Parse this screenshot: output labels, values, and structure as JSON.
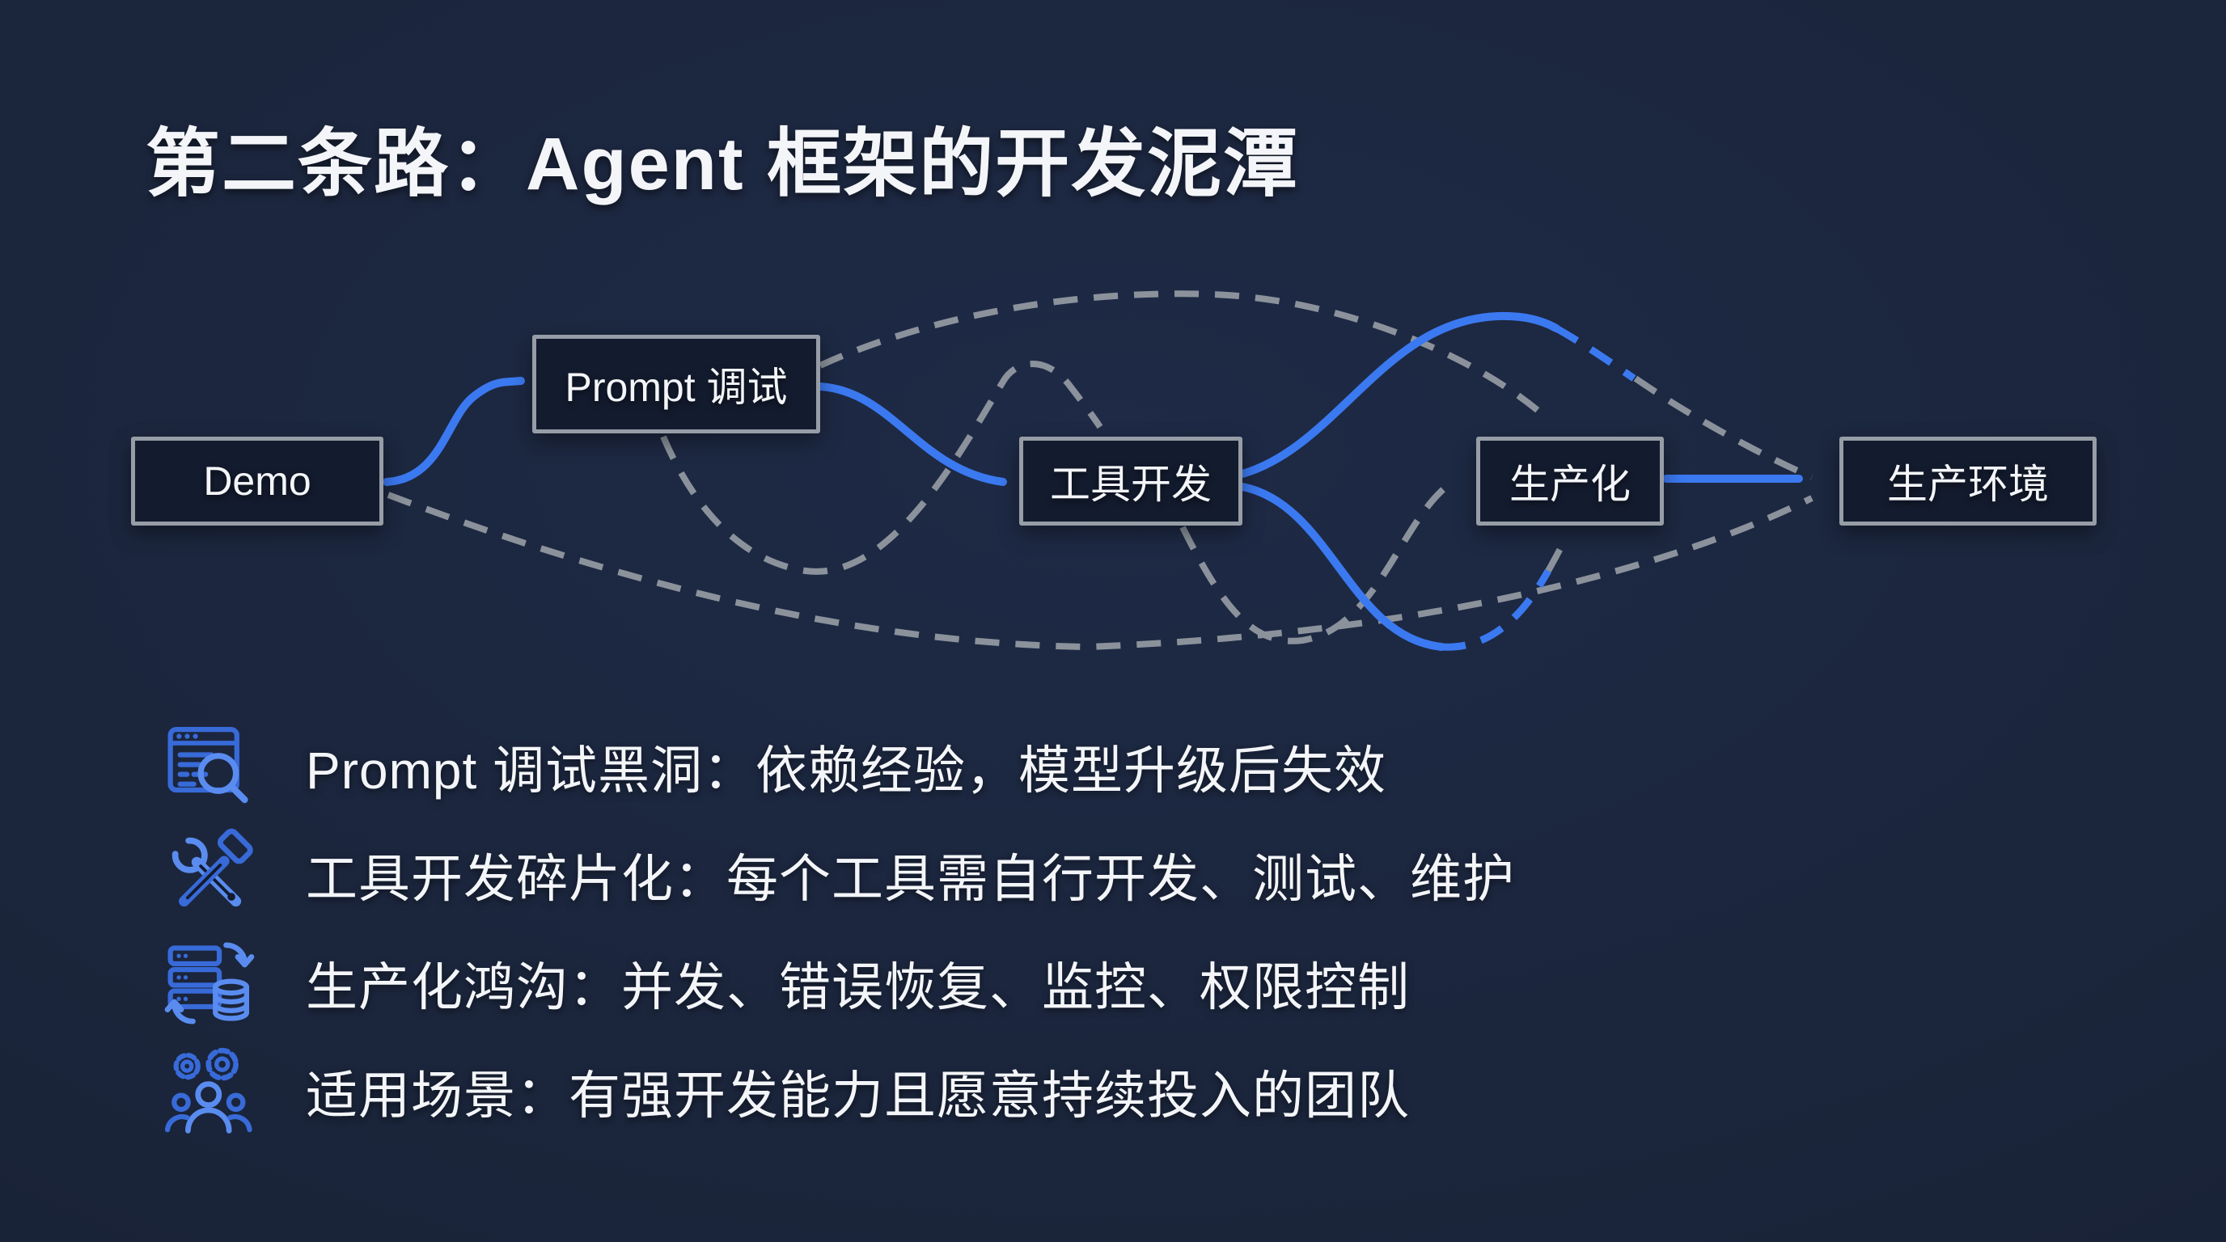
{
  "slide": {
    "title": "第二条路：Agent 框架的开发泥潭"
  },
  "flow": {
    "nodes": [
      {
        "id": "demo",
        "label": "Demo"
      },
      {
        "id": "prompt-debug",
        "label": "Prompt 调试"
      },
      {
        "id": "tool-dev",
        "label": "工具开发"
      },
      {
        "id": "productionize",
        "label": "生产化"
      },
      {
        "id": "prod-env",
        "label": "生产环境"
      }
    ],
    "edges": [
      {
        "from": "demo",
        "to": "prompt-debug",
        "style": "solid-blue"
      },
      {
        "from": "prompt-debug",
        "to": "tool-dev",
        "style": "solid-blue"
      },
      {
        "from": "tool-dev",
        "to": "productionize",
        "style": "blue-fading-to-dashed",
        "via": "over-top"
      },
      {
        "from": "tool-dev",
        "to": "productionize",
        "style": "blue-fading-to-dashed",
        "via": "under-bottom"
      },
      {
        "from": "productionize",
        "to": "prod-env",
        "style": "solid-blue"
      },
      {
        "from": "prompt-debug",
        "to": "productionize",
        "style": "dashed-gray",
        "via": "top-arc"
      },
      {
        "from": "demo",
        "to": "prod-env",
        "style": "dashed-gray",
        "via": "bottom-arc"
      },
      {
        "from": "prompt-debug",
        "to": "tool-dev",
        "style": "dashed-gray",
        "via": "loop-below"
      },
      {
        "from": "tool-dev",
        "to": "productionize",
        "style": "dashed-gray",
        "via": "loop-below"
      }
    ]
  },
  "bullets": [
    {
      "icon": "browser-search-icon",
      "text": "Prompt 调试黑洞：依赖经验，模型升级后失效"
    },
    {
      "icon": "tools-icon",
      "text": "工具开发碎片化：每个工具需自行开发、测试、维护"
    },
    {
      "icon": "server-sync-icon",
      "text": "生产化鸿沟：并发、错误恢复、监控、权限控制"
    },
    {
      "icon": "team-gears-icon",
      "text": "适用场景：有强开发能力且愿意持续投入的团队"
    }
  ],
  "colors": {
    "background": "#1a2439",
    "box_fill": "#131b2e",
    "box_border": "#979da6",
    "arrow_blue": "#3b79f0",
    "dash_gray": "#8b929b",
    "icon_blue": "#386ad8",
    "icon_blue_light": "#5a8cf0",
    "text": "#f3f5f8"
  }
}
